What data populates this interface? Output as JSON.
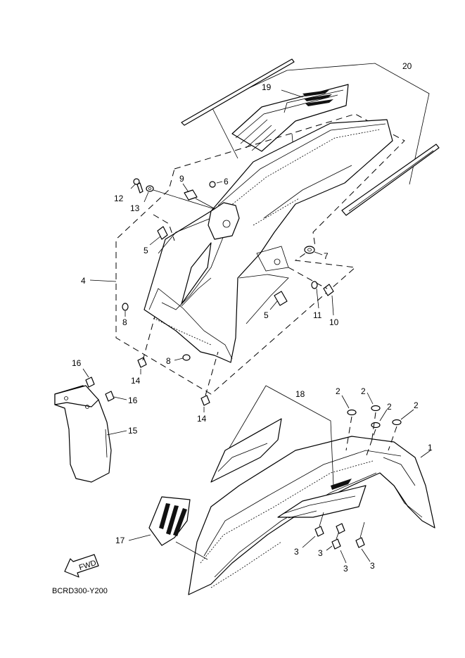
{
  "diagram_code": "BCRD300-Y200",
  "fwd_label": "FWD",
  "callouts": [
    {
      "id": "c1",
      "text": "1"
    },
    {
      "id": "c2a",
      "text": "2"
    },
    {
      "id": "c2b",
      "text": "2"
    },
    {
      "id": "c2c",
      "text": "2"
    },
    {
      "id": "c2d",
      "text": "2"
    },
    {
      "id": "c3a",
      "text": "3"
    },
    {
      "id": "c3b",
      "text": "3"
    },
    {
      "id": "c3c",
      "text": "3"
    },
    {
      "id": "c3d",
      "text": "3"
    },
    {
      "id": "c4",
      "text": "4"
    },
    {
      "id": "c5a",
      "text": "5"
    },
    {
      "id": "c5b",
      "text": "5"
    },
    {
      "id": "c6",
      "text": "6"
    },
    {
      "id": "c7",
      "text": "7"
    },
    {
      "id": "c8a",
      "text": "8"
    },
    {
      "id": "c8b",
      "text": "8"
    },
    {
      "id": "c9",
      "text": "9"
    },
    {
      "id": "c10",
      "text": "10"
    },
    {
      "id": "c11",
      "text": "11"
    },
    {
      "id": "c12",
      "text": "12"
    },
    {
      "id": "c13",
      "text": "13"
    },
    {
      "id": "c14a",
      "text": "14"
    },
    {
      "id": "c14b",
      "text": "14"
    },
    {
      "id": "c15",
      "text": "15"
    },
    {
      "id": "c16a",
      "text": "16"
    },
    {
      "id": "c16b",
      "text": "16"
    },
    {
      "id": "c17",
      "text": "17"
    },
    {
      "id": "c18",
      "text": "18"
    },
    {
      "id": "c19",
      "text": "19"
    },
    {
      "id": "c20",
      "text": "20"
    }
  ]
}
